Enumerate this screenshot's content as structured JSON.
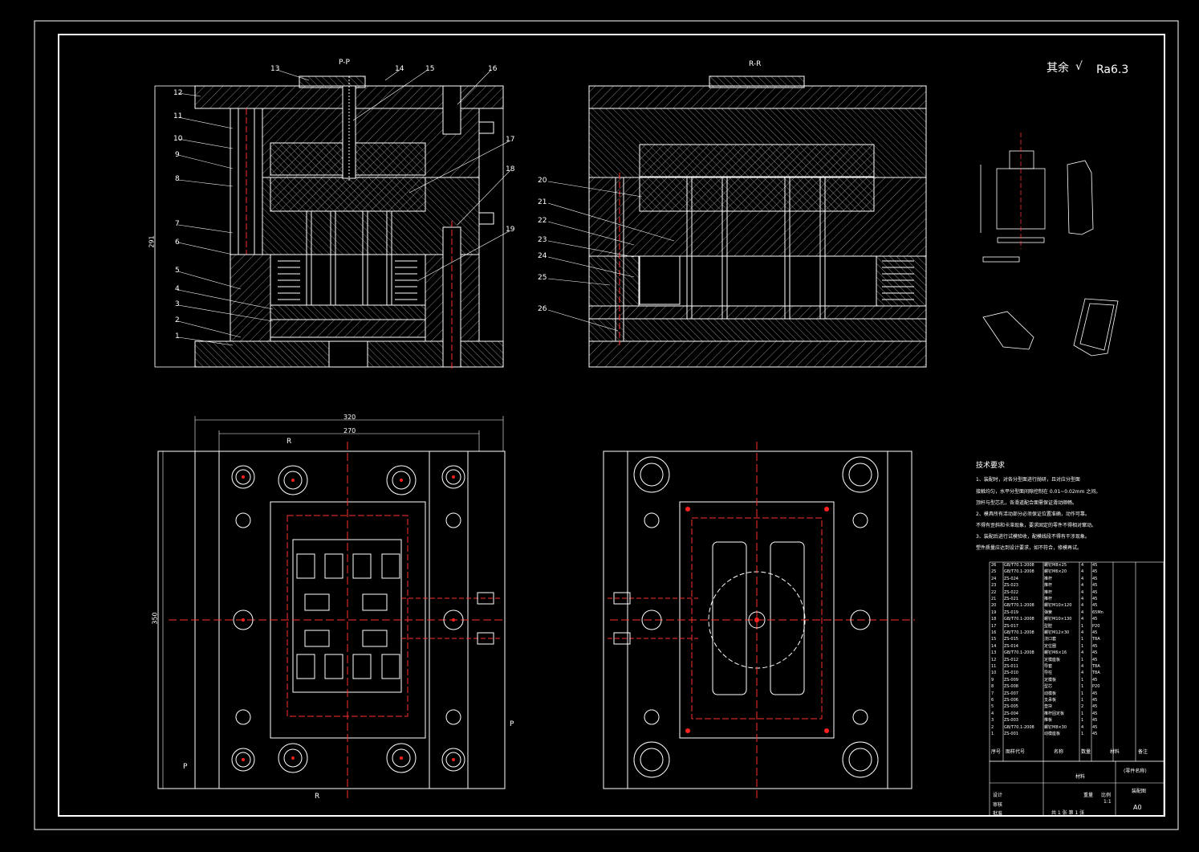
{
  "views": {
    "pp_title": "P-P",
    "rr_title": "R-R"
  },
  "callouts_left": [
    "1",
    "2",
    "3",
    "4",
    "5",
    "6",
    "7",
    "8",
    "9",
    "10",
    "11",
    "12",
    "13",
    "14",
    "15",
    "16",
    "17",
    "18",
    "19"
  ],
  "callouts_mid": [
    "20",
    "21",
    "22",
    "23",
    "24",
    "25",
    "26"
  ],
  "roughness": {
    "prefix": "其余",
    "value": "Ra6.3"
  },
  "dimensions": {
    "d320": "320",
    "d270": "270",
    "d350": "350",
    "d291": "291"
  },
  "section_marks": {
    "R": "R",
    "P": "P"
  },
  "tech_requirements": {
    "title": "技术要求",
    "lines": [
      "1、装配时，对各分型面进行抛研，且对应分型面",
      "接触均匀，水平分型面间隙控制在 0.01~0.02mm 之间。",
      "顶杆与型芯孔，各滑道配合面需保证滑动顺畅。",
      "2、模具所有活动部分必须保证位置准确，动作可靠。",
      "不得有歪斜和卡滞现象，要求固定的零件不得相对窜动。",
      "3、装配后进行试模验收，配模线段不得有干涉现象。",
      "塑件质量应达到设计要求，如不符合，修模再试。"
    ]
  },
  "bom": {
    "rows": [
      [
        "26",
        "GB/T70.1-2008",
        "螺钉M8×25",
        "4",
        "45"
      ],
      [
        "25",
        "GB/T70.1-2008",
        "螺钉M6×20",
        "4",
        "45"
      ],
      [
        "24",
        "ZS-024",
        "推杆",
        "4",
        "45"
      ],
      [
        "23",
        "ZS-023",
        "推杆",
        "4",
        "45"
      ],
      [
        "22",
        "ZS-022",
        "推杆",
        "4",
        "45"
      ],
      [
        "21",
        "ZS-021",
        "推杆",
        "4",
        "45"
      ],
      [
        "20",
        "GB/T70.1-2008",
        "螺钉M10×120",
        "4",
        "45"
      ],
      [
        "19",
        "ZS-019",
        "弹簧",
        "4",
        "65Mn"
      ],
      [
        "18",
        "GB/T70.1-2008",
        "螺钉M10×130",
        "4",
        "45"
      ],
      [
        "17",
        "ZS-017",
        "型腔",
        "1",
        "P20"
      ],
      [
        "16",
        "GB/T70.1-2008",
        "螺钉M12×30",
        "4",
        "45"
      ],
      [
        "15",
        "ZS-015",
        "浇口套",
        "1",
        "T8A"
      ],
      [
        "14",
        "ZS-014",
        "定位圈",
        "1",
        "45"
      ],
      [
        "13",
        "GB/T70.1-2008",
        "螺钉M6×16",
        "4",
        "45"
      ],
      [
        "12",
        "ZS-012",
        "定模座板",
        "1",
        "45"
      ],
      [
        "11",
        "ZS-011",
        "导套",
        "4",
        "T8A"
      ],
      [
        "10",
        "ZS-010",
        "导柱",
        "4",
        "T8A"
      ],
      [
        "9",
        "ZS-009",
        "定模板",
        "1",
        "45"
      ],
      [
        "8",
        "ZS-008",
        "型芯",
        "1",
        "P20"
      ],
      [
        "7",
        "ZS-007",
        "动模板",
        "1",
        "45"
      ],
      [
        "6",
        "ZS-006",
        "支承板",
        "1",
        "45"
      ],
      [
        "5",
        "ZS-005",
        "垫块",
        "2",
        "45"
      ],
      [
        "4",
        "ZS-004",
        "推杆固定板",
        "1",
        "45"
      ],
      [
        "3",
        "ZS-003",
        "推板",
        "1",
        "45"
      ],
      [
        "2",
        "GB/T70.1-2008",
        "螺钉M8×30",
        "4",
        "45"
      ],
      [
        "1",
        "ZS-001",
        "动模座板",
        "1",
        "45"
      ]
    ],
    "header": [
      "序号",
      "图样代号",
      "名称",
      "数量",
      "材料",
      "备注"
    ]
  },
  "title_block": {
    "name": "(零件名称)",
    "drawing": "装配图",
    "material": "材料",
    "scale": "1:1",
    "sheet": "A0",
    "design": "设计",
    "check": "审核",
    "approve": "批准",
    "weight": "重量",
    "ratio": "比例",
    "sheets": "共 1 张 第 1 张"
  },
  "colors": {
    "bg": "#000000",
    "line": "#ffffff",
    "center": "#ff3030",
    "accent_red": "#ff2020"
  }
}
